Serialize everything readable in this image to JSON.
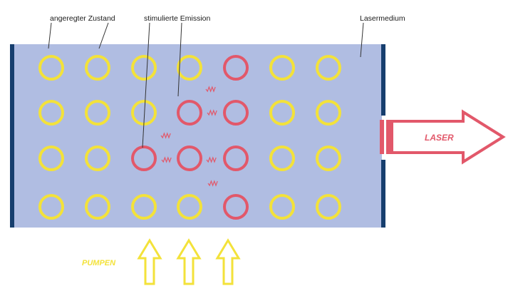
{
  "labels": {
    "excited_state": "angeregter Zustand",
    "stimulated_emission": "stimulierte Emission",
    "laser_medium": "Lasermedium",
    "laser": "LASER",
    "pump": "PUMPEN"
  },
  "colors": {
    "medium": "#b0bde2",
    "mirror": "#163e6e",
    "excited": "#f3e23a",
    "emitting": "#e2586a",
    "pump_arrow": "#f3e23a",
    "laser_arrow": "#e2586a",
    "pump_text": "#f3e23a",
    "laser_text": "#e2586a",
    "leader_line": "#333333"
  },
  "atoms": [
    [
      "excited",
      "excited",
      "excited",
      "excited",
      "emitting",
      "excited",
      "excited"
    ],
    [
      "excited",
      "excited",
      "excited",
      "emitting",
      "emitting",
      "excited",
      "excited"
    ],
    [
      "excited",
      "excited",
      "emitting",
      "emitting",
      "emitting",
      "excited",
      "excited"
    ],
    [
      "excited",
      "excited",
      "excited",
      "excited",
      "emitting",
      "excited",
      "excited"
    ]
  ],
  "pump_arrows": 3
}
